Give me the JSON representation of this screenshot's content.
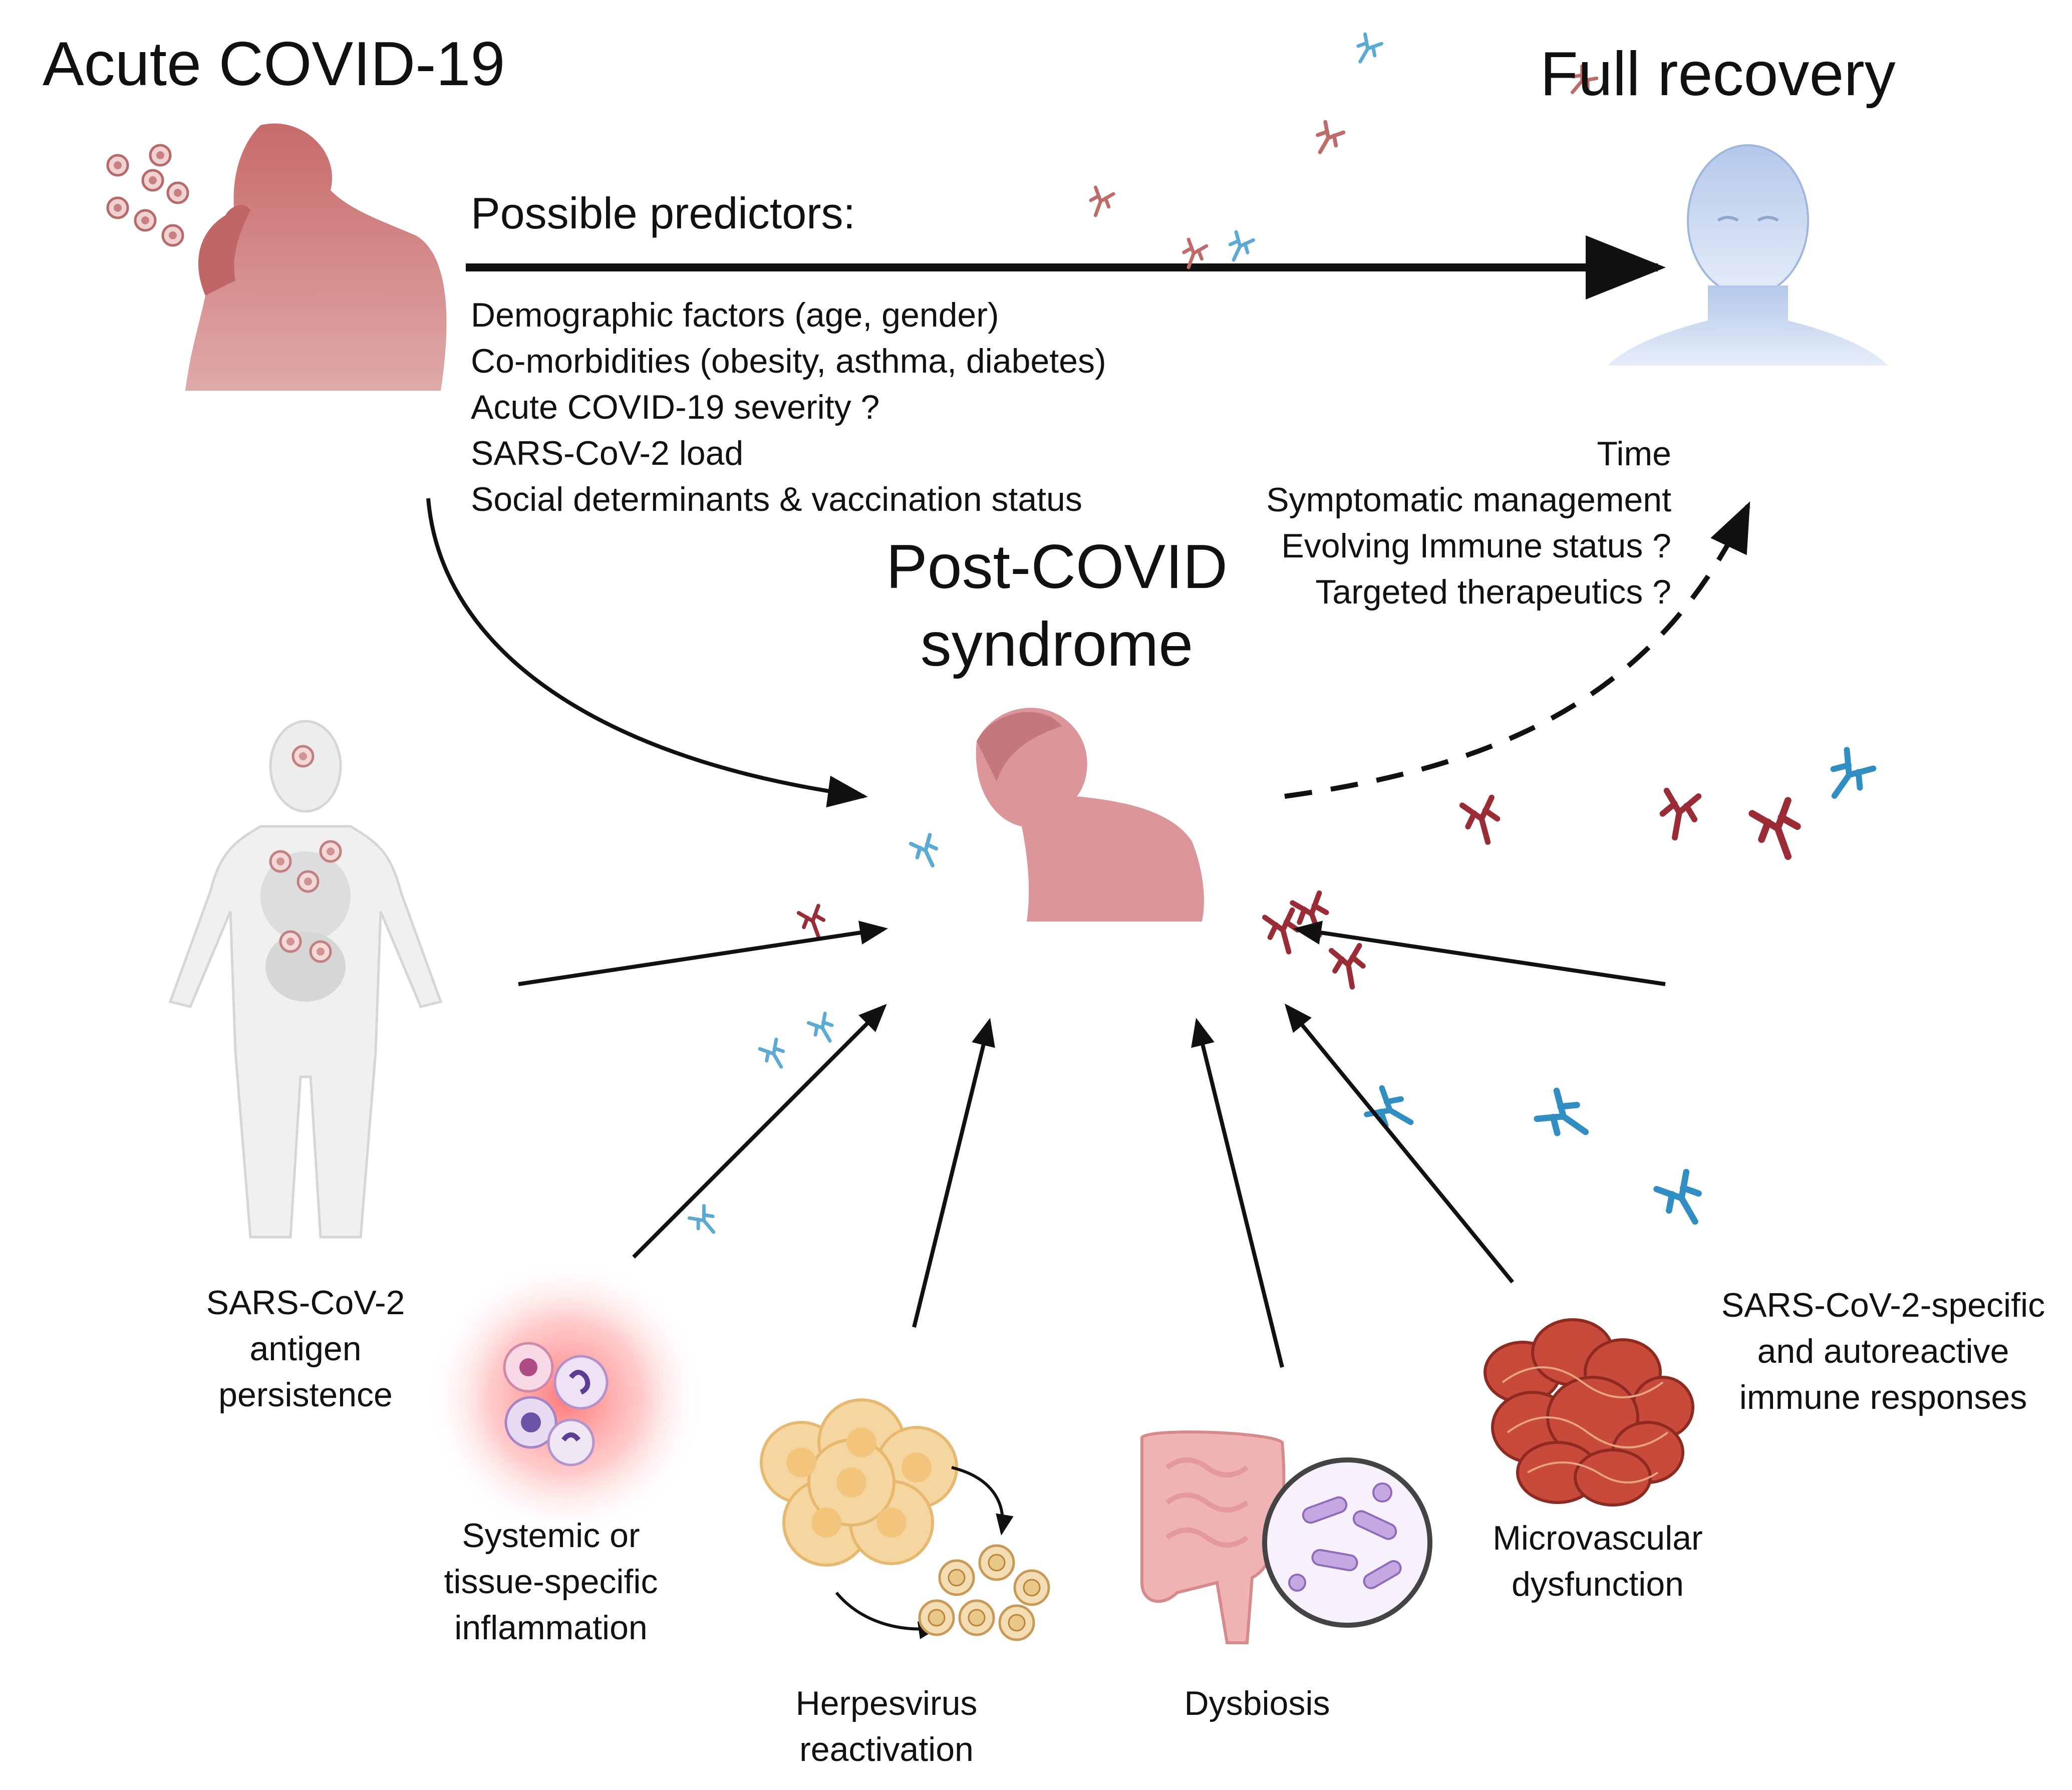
{
  "titles": {
    "acute": "Acute COVID-19",
    "recovery": "Full recovery",
    "post": [
      "Post-COVID",
      "syndrome"
    ]
  },
  "predictors": {
    "heading": "Possible predictors:",
    "items": [
      "Demographic factors (age, gender)",
      "Co-morbidities (obesity, asthma, diabetes)",
      "Acute COVID-19 severity ?",
      "SARS-CoV-2 load",
      "Social determinants & vaccination status"
    ]
  },
  "recovery_factors": [
    "Time",
    "Symptomatic management",
    "Evolving Immune status ?",
    "Targeted therapeutics ?"
  ],
  "mechanisms": {
    "antigen": [
      "SARS-CoV-2",
      "antigen",
      "persistence"
    ],
    "inflammation": [
      "Systemic or",
      "tissue-specific",
      "inflammation"
    ],
    "herpes": [
      "Herpesvirus",
      "reactivation"
    ],
    "dysbiosis": [
      "Dysbiosis"
    ],
    "microvascular": [
      "Microvascular",
      "dysfunction"
    ],
    "immune": [
      "SARS-CoV-2-specific",
      "and autoreactive",
      "immune responses"
    ]
  },
  "colors": {
    "acute_person": "#b85a5a",
    "post_person": "#d98f92",
    "recovery_person": "#bcd0ee",
    "antibody_red": "#9b2b35",
    "antibody_blue": "#2f8ec4",
    "arrow": "#111111"
  },
  "icons": [
    "coughing-person-icon",
    "recovered-person-icon",
    "sick-person-icon",
    "body-organs-icon",
    "inflamed-cells-icon",
    "herpesvirus-icon",
    "intestine-microbiome-icon",
    "blood-vessel-icon",
    "antibodies-icon"
  ]
}
